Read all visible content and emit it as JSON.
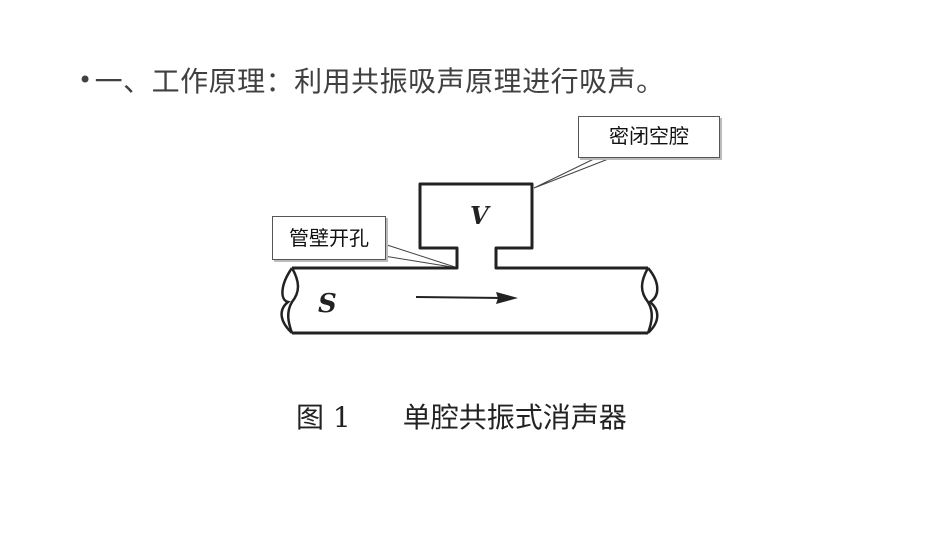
{
  "heading": {
    "bullet": "•",
    "text": "一、工作原理：利用共振吸声原理进行吸声。"
  },
  "diagram": {
    "callout_cavity": "密闭空腔",
    "callout_hole": "管壁开孔",
    "label_volume": "V",
    "label_area": "S",
    "arrow_icon": "right-arrow-icon"
  },
  "caption": {
    "figure": "图 1",
    "title": "单腔共振式消声器"
  }
}
